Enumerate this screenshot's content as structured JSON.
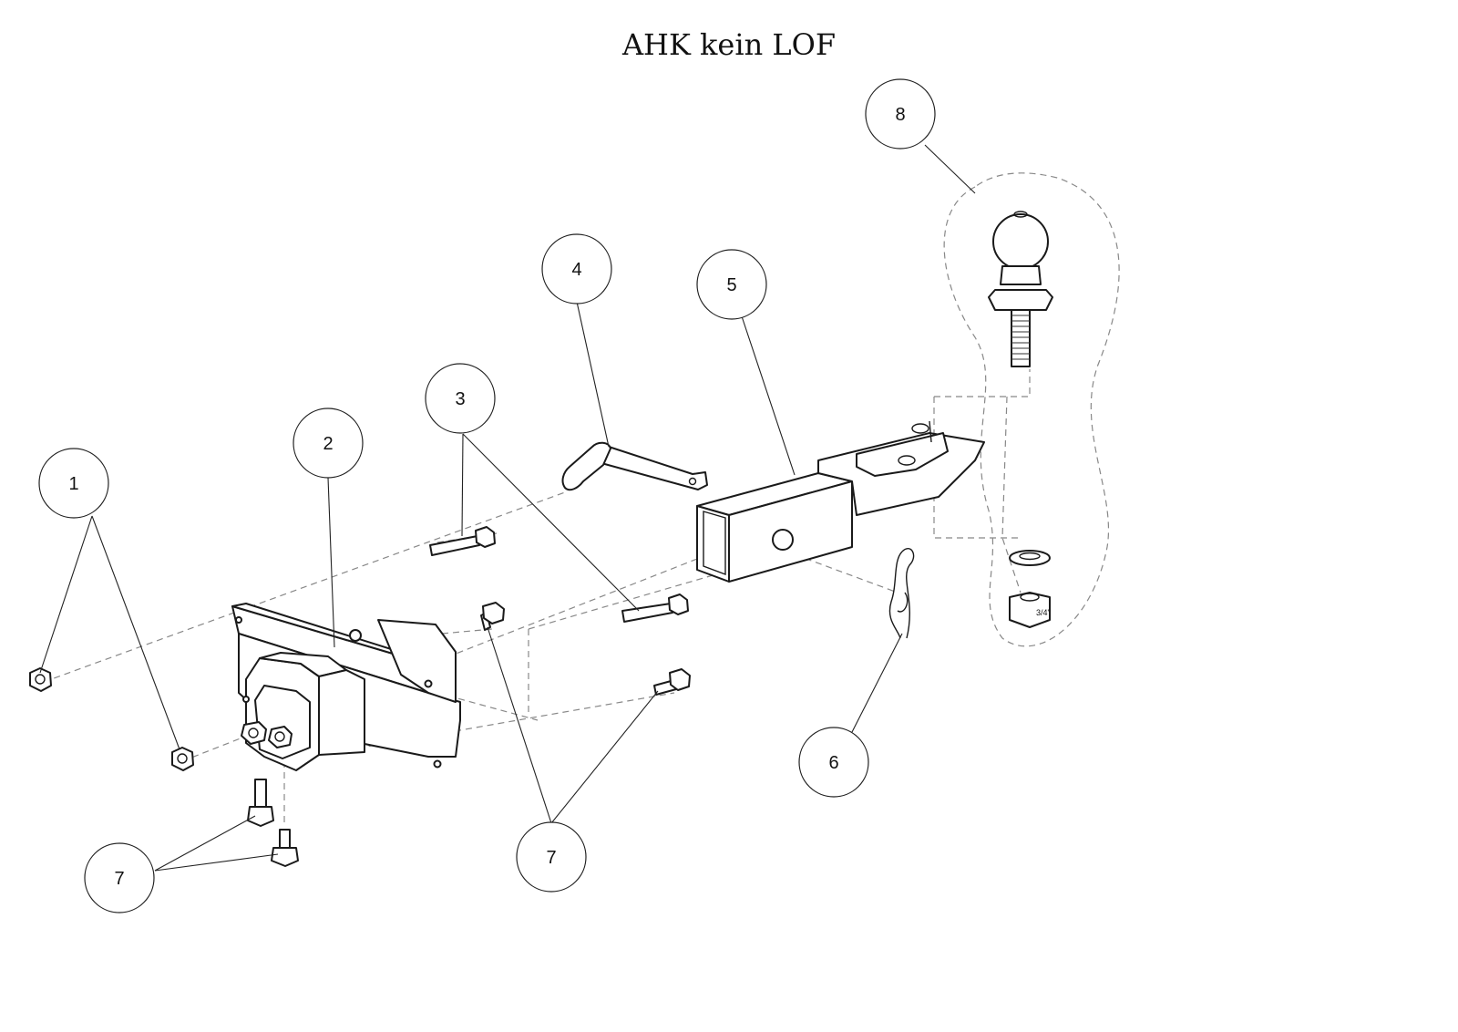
{
  "title": "AHK kein LOF",
  "callouts": [
    {
      "id": "c1",
      "label": "1"
    },
    {
      "id": "c2",
      "label": "2"
    },
    {
      "id": "c3",
      "label": "3"
    },
    {
      "id": "c4",
      "label": "4"
    },
    {
      "id": "c5",
      "label": "5"
    },
    {
      "id": "c6",
      "label": "6"
    },
    {
      "id": "c7a",
      "label": "7"
    },
    {
      "id": "c7b",
      "label": "7"
    },
    {
      "id": "c8",
      "label": "8"
    }
  ],
  "nut_marking": "3/4\""
}
